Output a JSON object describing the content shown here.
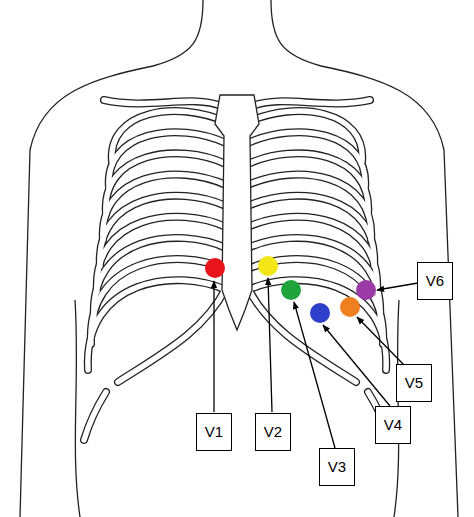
{
  "diagram": {
    "nodes": [
      {
        "text": [
          "V1"
        ]
      },
      {
        "text": [
          "V2"
        ]
      },
      {
        "text": [
          "V3"
        ]
      },
      {
        "text": [
          "V4"
        ]
      },
      {
        "text": [
          "V5"
        ]
      },
      {
        "text": [
          "V6"
        ]
      }
    ]
  }
}
